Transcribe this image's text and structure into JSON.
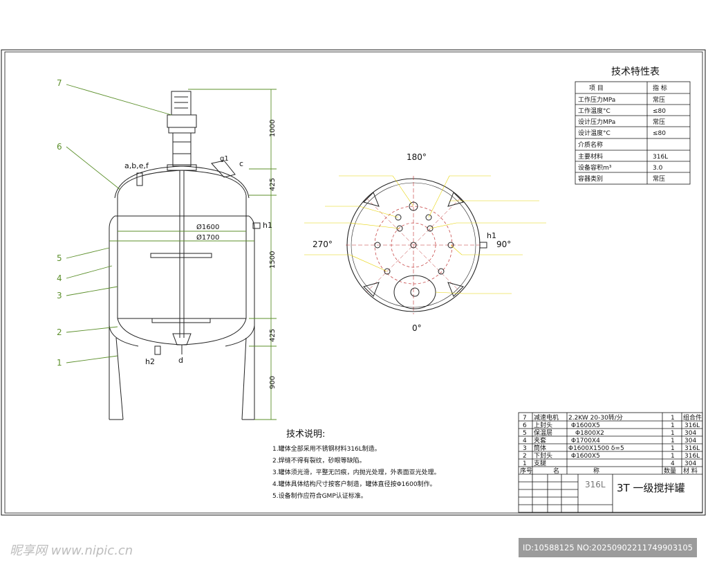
{
  "drawing": {
    "title_spec": "技术特性表",
    "spec_header": [
      "项  目",
      "指  标"
    ],
    "spec_rows": [
      [
        "工作压力MPa",
        "常压"
      ],
      [
        "工作温度°C",
        "≤80"
      ],
      [
        "设计压力MPa",
        "常压"
      ],
      [
        "设计温度°C",
        "≤80"
      ],
      [
        "介质名称",
        ""
      ],
      [
        "主要材料",
        "316L"
      ],
      [
        "设备容积m³",
        "3.0"
      ],
      [
        "容器类别",
        "常压"
      ]
    ],
    "notes_title": "技术说明:",
    "notes": [
      "1.罐体全部采用不锈钢材料316L制造。",
      "2.焊缝不得有裂纹，砂眼等缺陷。",
      "3.罐体须光滑，平整无凹痕，内抛光处理，外表面亚光处理。",
      "4.罐体具体结构尺寸按客户制造，罐体直径按Φ1600制作。",
      "5.设备制作应符合GMP认证标准。"
    ],
    "bom_rows": [
      [
        "7",
        "减速电机",
        "2.2KW  20-30转/分",
        "1",
        "组合件"
      ],
      [
        "6",
        "上封头",
        "Φ1600X5",
        "1",
        "316L"
      ],
      [
        "5",
        "保温层",
        "Φ1800X2",
        "1",
        "304"
      ],
      [
        "4",
        "夹套",
        "Φ1700X4",
        "1",
        "304"
      ],
      [
        "3",
        "筒体",
        "Φ1600X1500 δ=5",
        "1",
        "316L"
      ],
      [
        "2",
        "下封头",
        "Φ1600X5",
        "1",
        "316L"
      ],
      [
        "1",
        "支腿",
        "",
        "4",
        "304"
      ]
    ],
    "bom_header": [
      "序号",
      "名",
      "称",
      "数量",
      "材 料"
    ],
    "title_material": "316L",
    "title_name": "3T 一级搅拌罐",
    "callouts": [
      "7",
      "6",
      "5",
      "4",
      "3",
      "2",
      "1"
    ],
    "nozzle_labels": {
      "top": "a,b,e,f",
      "g": "g1",
      "c": "c",
      "h1": "h1",
      "h2": "h2",
      "d": "d"
    },
    "dims": {
      "d_inner": "Ø1600",
      "d_jacket": "Ø1700",
      "v1": "1000",
      "v2": "425",
      "v3": "1500",
      "v4": "425",
      "v5": "900"
    },
    "plan_angles": {
      "top": "180°",
      "left": "270°",
      "right": "90°",
      "bottom": "0°"
    },
    "plan_h1": "h1"
  },
  "watermark": "昵享网 www.nipic.cn",
  "image_id_text": "ID:10588125 NO:20250902211749903105"
}
